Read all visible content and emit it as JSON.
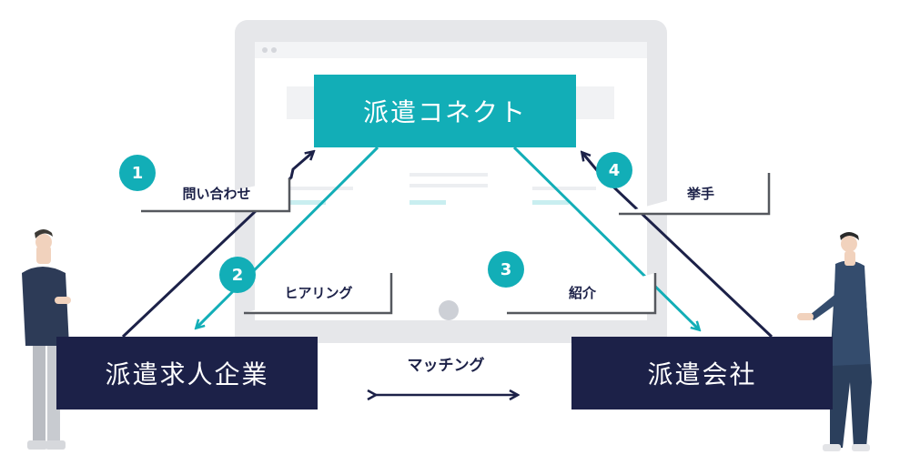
{
  "nodes": {
    "platform": "派遣コネクト",
    "client": "派遣求人企業",
    "agency": "派遣会社"
  },
  "steps": [
    {
      "number": "1",
      "label": "問い合わせ"
    },
    {
      "number": "2",
      "label": "ヒアリング"
    },
    {
      "number": "3",
      "label": "紹介"
    },
    {
      "number": "4",
      "label": "挙手"
    }
  ],
  "matching": "マッチング",
  "colors": {
    "teal": "#12aeb7",
    "navy": "#1c2148",
    "monitor_frame": "#e6e7ea",
    "arrow_dark": "#1c2148"
  }
}
